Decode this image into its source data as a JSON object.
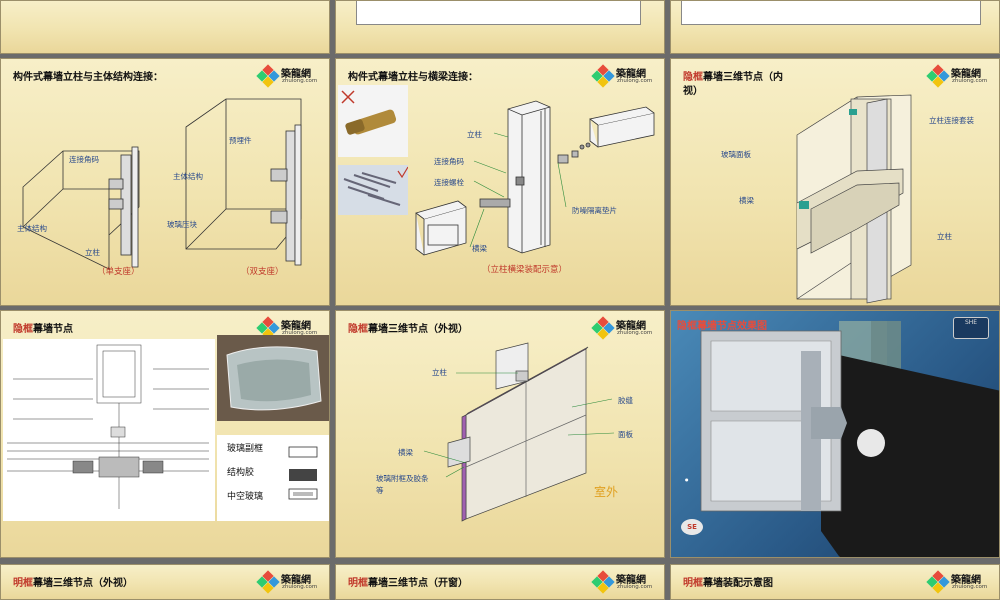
{
  "logo": {
    "name": "築龍網",
    "url": "zhulong.com"
  },
  "slides": {
    "s4": {
      "title": "构件式幕墙立柱与主体结构连接：",
      "labels": {
        "corner": "连接角码",
        "body": "主体结构",
        "post": "立柱",
        "clamp": "玻璃压块",
        "embed": "预埋件",
        "body2": "主体结构"
      },
      "captions": {
        "single": "（单支座）",
        "double": "（双支座）"
      }
    },
    "s5": {
      "title": "构件式幕墙立柱与横梁连接：",
      "labels": {
        "post": "立柱",
        "corner": "连接角码",
        "bolt": "连接螺栓",
        "pad": "防噪隔离垫片",
        "beam": "横梁"
      },
      "caption": "（立柱横梁装配示意）"
    },
    "s6": {
      "title_red": "隐框",
      "title_rest": "幕墙三维节点（内视）",
      "labels": {
        "sleeve": "立柱连接套装",
        "glass": "玻璃面板",
        "beam": "横梁",
        "post": "立柱"
      }
    },
    "s7": {
      "title_red": "隐框",
      "title_rest": "幕墙节点",
      "legend": [
        "玻璃副框",
        "结构胶",
        "中空玻璃"
      ]
    },
    "s8": {
      "title_red": "隐框",
      "title_rest": "幕墙三维节点（外视）",
      "labels": {
        "post": "立柱",
        "seam": "胶缝",
        "panel": "面板",
        "beam": "横梁",
        "frame": "玻璃附框及胶条等"
      },
      "outside": "室外"
    },
    "s9": {
      "title": "隐框幕墙节点效果图",
      "badge": "SHE"
    },
    "s10": {
      "title_red": "明框",
      "title_rest": "幕墙三维节点（外视）"
    },
    "s11": {
      "title_red": "明框",
      "title_rest": "幕墙三维节点（开窗）"
    },
    "s12": {
      "title_red": "明框",
      "title_rest": "幕墙装配示意图"
    }
  },
  "colors": {
    "title_red": "#c0392b",
    "label_blue": "#2a4a8c",
    "bg_top": "#f7efc8",
    "bg_bottom": "#ead79a"
  }
}
